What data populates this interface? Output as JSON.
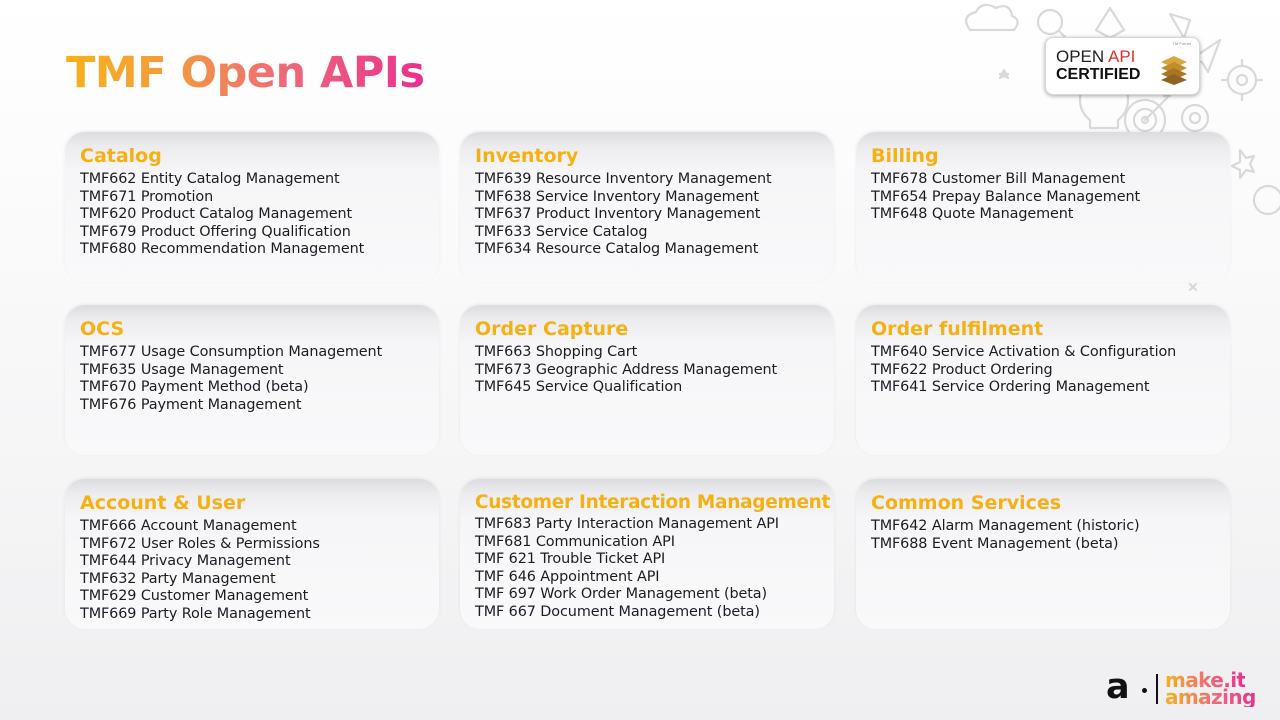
{
  "title": "TMF Open APIs",
  "badge": {
    "open": "OPEN",
    "api": "API",
    "certified": "CERTIFIED"
  },
  "logo": {
    "mark": "a",
    "line1": "make.it",
    "line2": "amazing"
  },
  "colors": {
    "title_gradient": [
      "#f7b21a",
      "#f39a3d",
      "#ef6a77",
      "#e8318f"
    ],
    "section_heading": "#f5b014",
    "body_text": "#1c1c22"
  },
  "sections": [
    {
      "title": "Catalog",
      "items": [
        "TMF662 Entity Catalog Management",
        "TMF671 Promotion",
        "TMF620 Product Catalog Management",
        "TMF679 Product Offering Qualification",
        "TMF680 Recommendation Management"
      ]
    },
    {
      "title": "Inventory",
      "items": [
        "TMF639 Resource Inventory Management",
        "TMF638 Service Inventory Management",
        "TMF637 Product Inventory Management",
        "TMF633 Service Catalog",
        "TMF634 Resource Catalog Management"
      ]
    },
    {
      "title": "Billing",
      "items": [
        "TMF678 Customer Bill Management",
        "TMF654 Prepay Balance Management",
        "TMF648 Quote Management"
      ]
    },
    {
      "title": "OCS",
      "items": [
        "TMF677 Usage Consumption Management",
        "TMF635 Usage Management",
        "TMF670 Payment Method (beta)",
        "TMF676 Payment Management"
      ]
    },
    {
      "title": "Order Capture",
      "items": [
        "TMF663 Shopping Cart",
        "TMF673 Geographic Address Management",
        "TMF645 Service Qualification"
      ]
    },
    {
      "title": "Order fulfilment",
      "items": [
        "TMF640 Service Activation & Configuration",
        "TMF622 Product Ordering",
        "TMF641 Service Ordering Management"
      ]
    },
    {
      "title": "Account & User",
      "items": [
        "TMF666 Account Management",
        "TMF672 User Roles & Permissions",
        "TMF644 Privacy Management",
        "TMF632 Party Management",
        "TMF629 Customer Management",
        "TMF669 Party Role Management"
      ]
    },
    {
      "title": "Customer Interaction Management",
      "items": [
        "TMF683 Party Interaction Management API",
        "TMF681 Communication API",
        "TMF 621 Trouble Ticket API",
        "TMF 646 Appointment API",
        "TMF 697 Work Order Management (beta)",
        "TMF 667 Document Management (beta)"
      ]
    },
    {
      "title": "Common Services",
      "items": [
        "TMF642 Alarm Management (historic)",
        "TMF688 Event Management (beta)"
      ]
    }
  ]
}
